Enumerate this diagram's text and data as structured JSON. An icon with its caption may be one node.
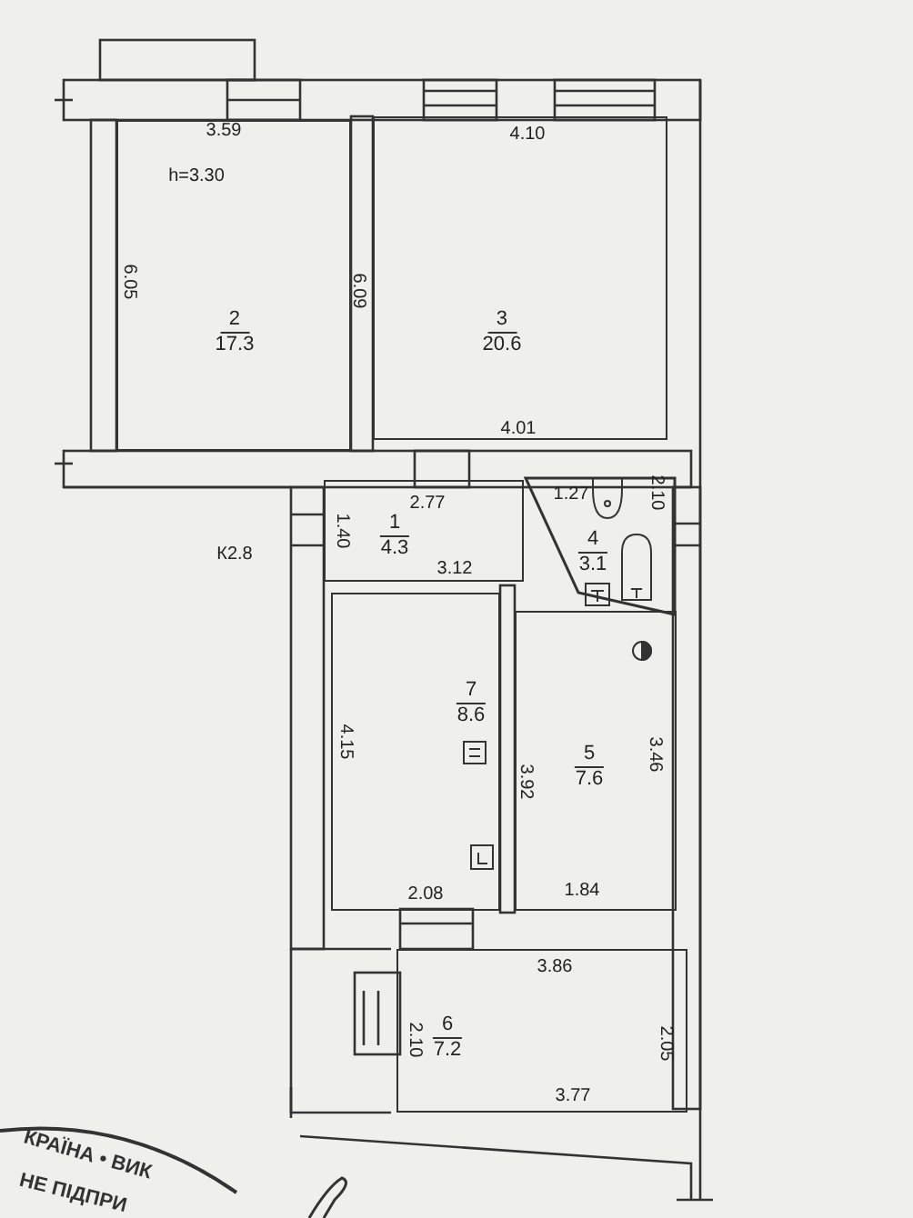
{
  "diagram": {
    "nodes": [
      {
        "text": [
          "2",
          "17.3"
        ]
      },
      {
        "text": [
          "3",
          "20.6"
        ]
      },
      {
        "text": [
          "1",
          "4.3"
        ]
      },
      {
        "text": [
          "4",
          "3.1"
        ]
      },
      {
        "text": [
          "7",
          "8.6"
        ]
      },
      {
        "text": [
          "5",
          "7.6"
        ]
      },
      {
        "text": [
          "6",
          "7.2"
        ]
      }
    ],
    "labels": [
      "3.59",
      "4.10",
      "h=3.30",
      "6.05",
      "6.09",
      "4.01",
      "2.77",
      "1.40",
      "К2.8",
      "1.27",
      "2.10",
      "3.12",
      "4.15",
      "3.92",
      "3.46",
      "2.08",
      "1.84",
      "3.86",
      "2.10",
      "2.05",
      "3.77",
      "КРАЇНА • ВИК",
      "НЕ ПІДПРИ"
    ]
  }
}
